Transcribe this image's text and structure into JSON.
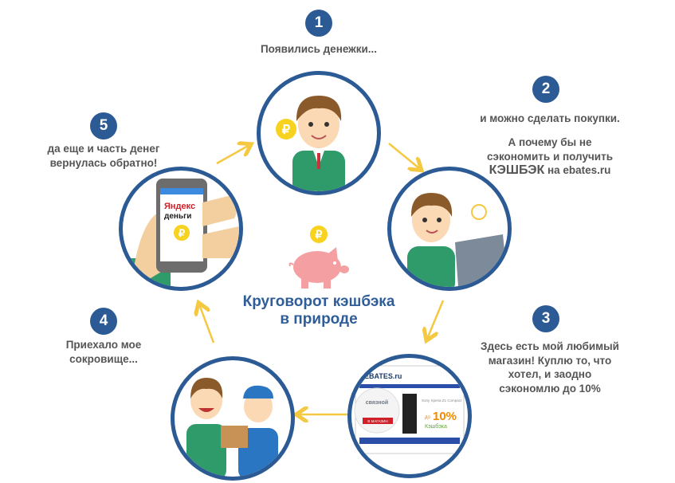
{
  "title": {
    "line1": "Круговорот кэшбэка",
    "line2": "в природе"
  },
  "steps": [
    {
      "number": "1",
      "lines": [
        "Появились денежки..."
      ]
    },
    {
      "number": "2",
      "line1": "и можно сделать покупки.",
      "line2": "А почему бы не",
      "line3": "сэкономить и получить",
      "cashback_word": "КЭШБЭК",
      "line4_rest": " на ebates.ru"
    },
    {
      "number": "3",
      "lines": [
        "Здесь есть мой любимый",
        "магазин! Куплю то, что",
        "хотел, и заодно",
        "сэкономлю до 10%"
      ]
    },
    {
      "number": "4",
      "lines": [
        "Приехало мое",
        "сокровище..."
      ]
    },
    {
      "number": "5",
      "lines": [
        "да еще и часть денег",
        "вернулась обратно!"
      ]
    }
  ],
  "store_screen": {
    "logo": "EBATES.ru",
    "store": "связной",
    "button": "В МАГАЗИН",
    "product": "Sony Xperia Z1 Compact",
    "discount_prefix": "до",
    "discount": "10%",
    "cashback": "Кэшбэка"
  },
  "phone_screen": {
    "brand_line1": "Яндекс",
    "brand_line2": "деньги"
  },
  "currency_symbol": "₽",
  "colors": {
    "accent": "#2b5a94",
    "arrow": "#f5c842",
    "pig": "#f4a0a2",
    "coin": "#f7d21e"
  }
}
